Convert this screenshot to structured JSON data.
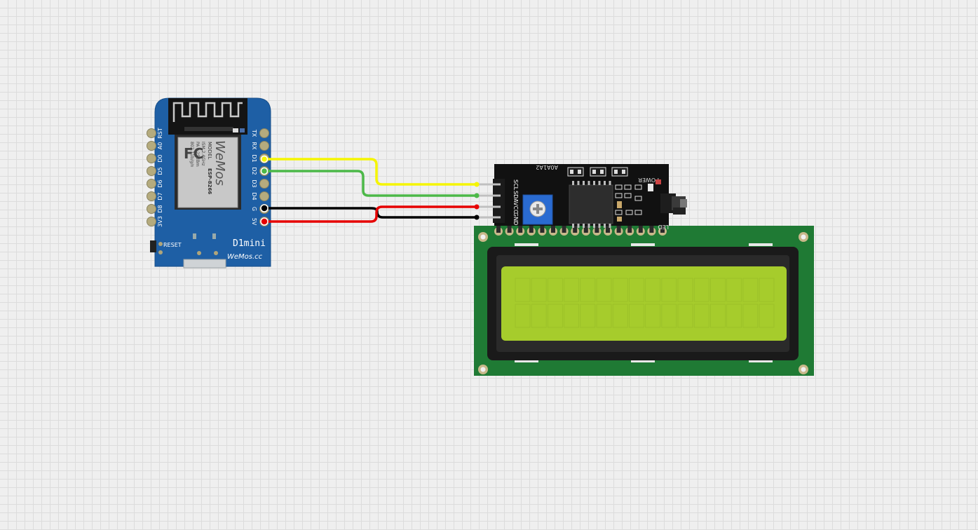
{
  "d1mini": {
    "name": "D1mini",
    "brand": "WeMos",
    "brand_url": "WeMos.cc",
    "reset_label": "RESET",
    "module": {
      "model_label": "MODEL",
      "chip": "ESP-8266",
      "specs": [
        "ISM 2.4GHz",
        "PA +25dBm",
        "802.11b/g/n"
      ]
    },
    "pins_left": [
      "RST",
      "A0",
      "D0",
      "D5",
      "D6",
      "D7",
      "D8",
      "3V3"
    ],
    "pins_right": [
      "TX",
      "RX",
      "D1",
      "D2",
      "D3",
      "D4",
      "G",
      "5V"
    ]
  },
  "i2c_backpack": {
    "pins": [
      "SCL",
      "SDA",
      "VCC",
      "GND"
    ],
    "address_label": "A0A1A2",
    "power_label": "POWER",
    "led_label": "LED"
  },
  "wires": [
    {
      "from": "D1",
      "to": "SCL",
      "color": "#f5f500"
    },
    {
      "from": "D2",
      "to": "SDA",
      "color": "#4cb848"
    },
    {
      "from": "G",
      "to": "GND",
      "color": "#000000"
    },
    {
      "from": "5V",
      "to": "VCC",
      "color": "#e60000"
    }
  ],
  "colors": {
    "board_blue": "#1e5fa5",
    "lcd_pcb": "#1f7a34",
    "lcd_screen": "#a6cc2c",
    "backpack": "#111111"
  }
}
